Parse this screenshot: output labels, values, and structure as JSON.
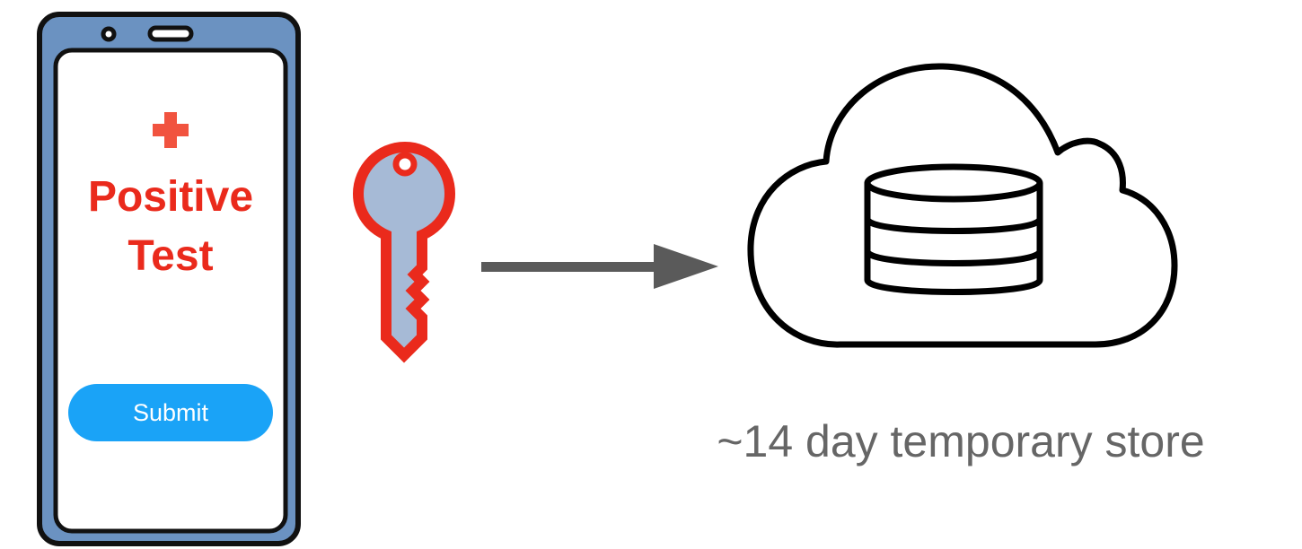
{
  "phone": {
    "heading_line1": "Positive",
    "heading_line2": "Test",
    "submit_label": "Submit"
  },
  "store": {
    "caption": "~14 day temporary store"
  },
  "icons": {
    "phone": "smartphone-icon",
    "cross": "medical-cross-icon",
    "key": "key-icon",
    "arrow": "arrow-right-icon",
    "cloud": "cloud-icon",
    "database": "database-icon"
  },
  "colors": {
    "phone_frame": "#6b92c1",
    "key_fill": "#a6bad6",
    "accent_red": "#ea2a1c",
    "cross_red": "#f1533f",
    "button_blue": "#1aa3f7",
    "arrow_gray": "#5a5a5a",
    "caption_gray": "#666666"
  }
}
